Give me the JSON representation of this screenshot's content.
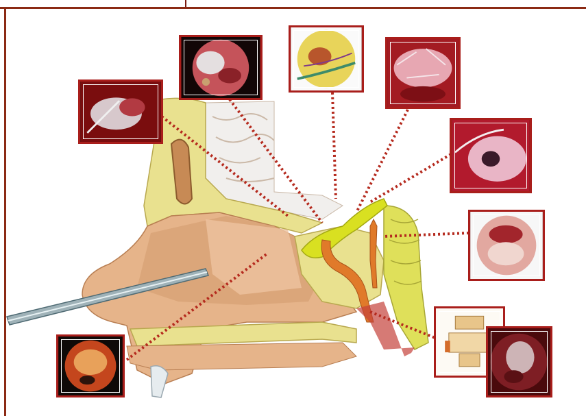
{
  "figure": {
    "description_labels": [],
    "colors": {
      "frame_border": "#8b2a14",
      "photo_border": "#a91e1b",
      "connector": "#b52a1e",
      "skin": "#e8b78e",
      "bone_yellow": "#e6e48a",
      "brain": "#f2f0ee",
      "pituitary": "#d9e021",
      "artery": "#e07a2a"
    },
    "insets": [
      {
        "id": "inset-top-left",
        "icon": "endoscopic-image"
      },
      {
        "id": "inset-top-2",
        "icon": "endoscopic-image"
      },
      {
        "id": "inset-top-3",
        "icon": "endoscopic-image"
      },
      {
        "id": "inset-top-4",
        "icon": "endoscopic-image"
      },
      {
        "id": "inset-right-1",
        "icon": "endoscopic-image"
      },
      {
        "id": "inset-right-2",
        "icon": "endoscopic-image"
      },
      {
        "id": "inset-bottom-right-a",
        "icon": "skull-base-illustration"
      },
      {
        "id": "inset-bottom-right-b",
        "icon": "endoscopic-image"
      },
      {
        "id": "inset-bottom-left",
        "icon": "endoscopic-image"
      }
    ]
  }
}
